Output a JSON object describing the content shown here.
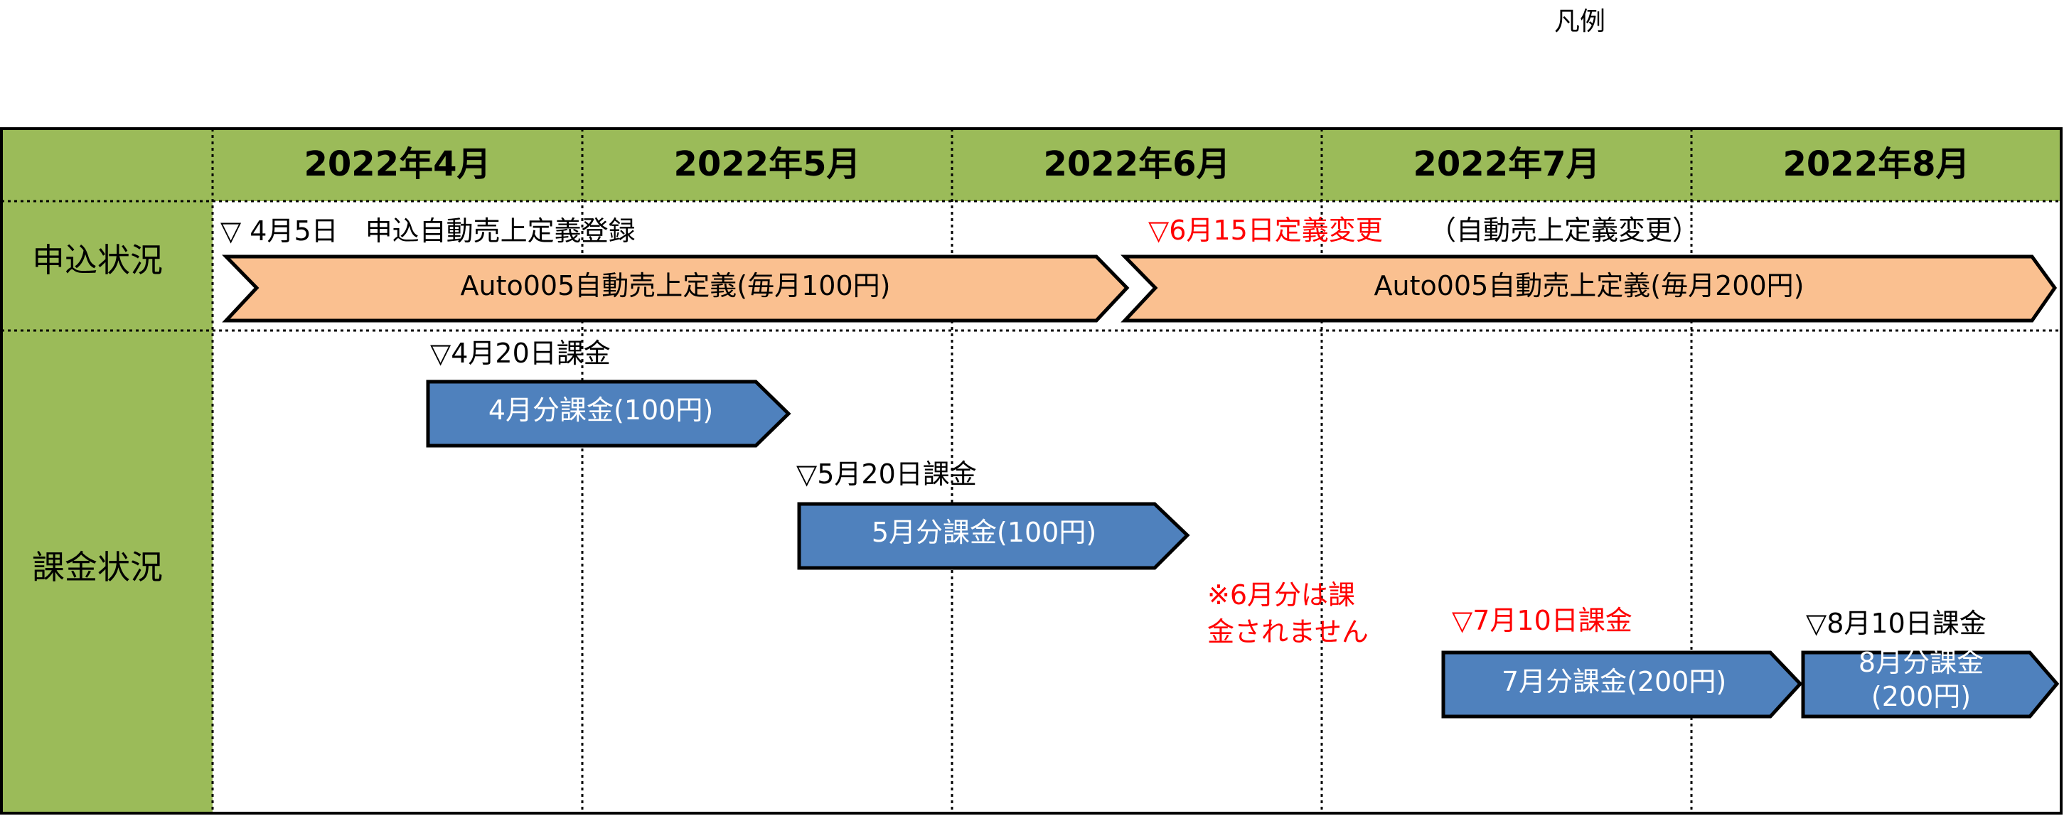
{
  "legend_title": "凡例",
  "months": [
    "2022年4月",
    "2022年5月",
    "2022年6月",
    "2022年7月",
    "2022年8月"
  ],
  "row_labels": {
    "application": "申込状況",
    "billing": "課金状況"
  },
  "application_annotations": {
    "registration": "▽ 4月5日　申込自動売上定義登録",
    "change": "▽6月15日定義変更",
    "change_note": "（自動売上定義変更）"
  },
  "definition_bars": [
    {
      "label": "Auto005自動売上定義(毎月100円)"
    },
    {
      "label": "Auto005自動売上定義(毎月200円)"
    }
  ],
  "billing_items": [
    {
      "marker": "▽4月20日課金",
      "label": "4月分課金(100円)"
    },
    {
      "marker": "▽5月20日課金",
      "label": "5月分課金(100円)"
    },
    {
      "marker": "▽7月10日課金",
      "label": "7月分課金(200円)"
    },
    {
      "marker": "▽8月10日課金",
      "label_line1": "8月分課金",
      "label_line2": "(200円)"
    }
  ],
  "note": {
    "line1": "※6月分は課",
    "line2": "金されません"
  },
  "colors": {
    "header_green": "#9BBB59",
    "definition_fill": "#FAC090",
    "billing_fill": "#4F81BD",
    "highlight_red": "#FF0000",
    "border": "#000000"
  }
}
